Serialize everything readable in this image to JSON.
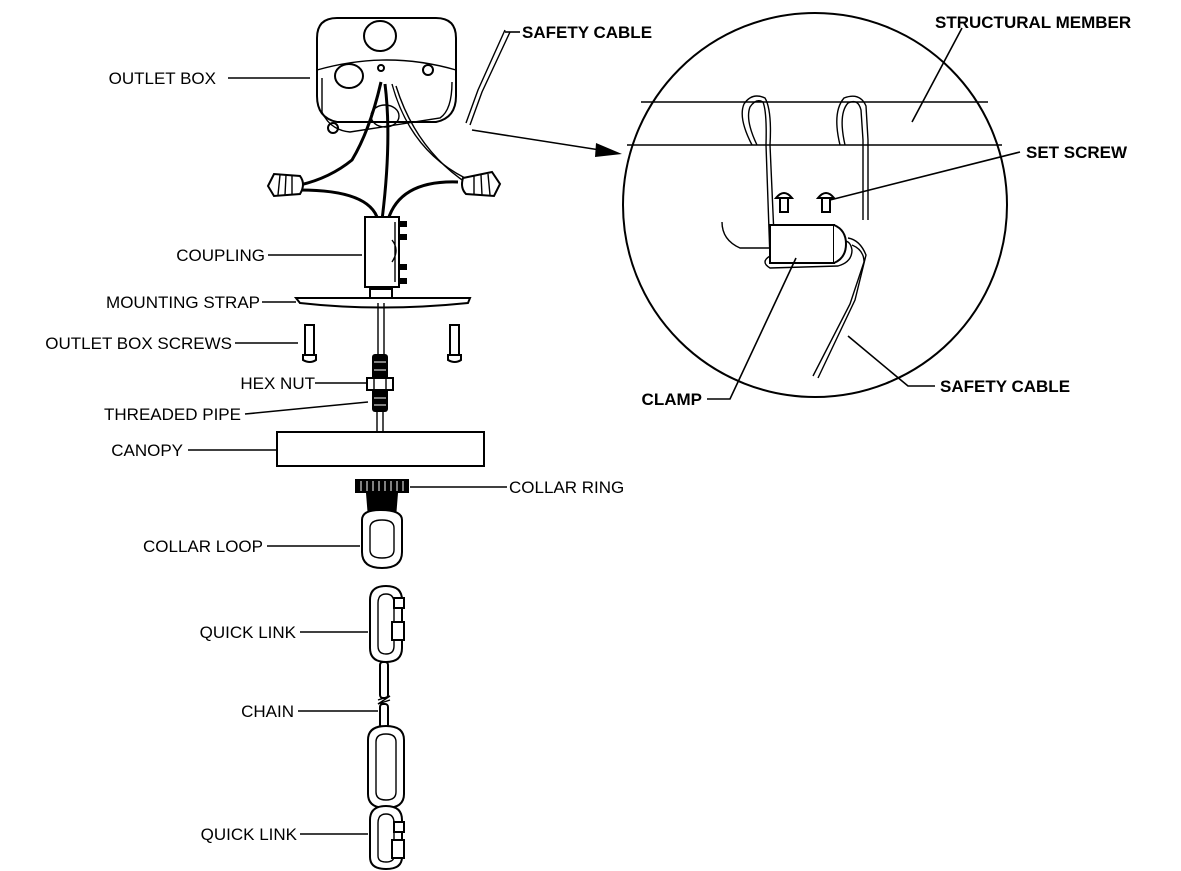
{
  "labels": {
    "outlet_box": "OUTLET BOX",
    "safety_cable_top": "SAFETY CABLE",
    "structural_member": "STRUCTURAL MEMBER",
    "set_screw": "SET SCREW",
    "coupling": "COUPLING",
    "mounting_strap": "MOUNTING STRAP",
    "outlet_box_screws": "OUTLET BOX SCREWS",
    "hex_nut": "HEX NUT",
    "threaded_pipe": "THREADED PIPE",
    "canopy": "CANOPY",
    "collar_ring": "COLLAR RING",
    "collar_loop": "COLLAR LOOP",
    "quick_link_1": "QUICK LINK",
    "chain": "CHAIN",
    "quick_link_2": "QUICK LINK",
    "clamp": "CLAMP",
    "safety_cable_detail": "SAFETY CABLE"
  }
}
